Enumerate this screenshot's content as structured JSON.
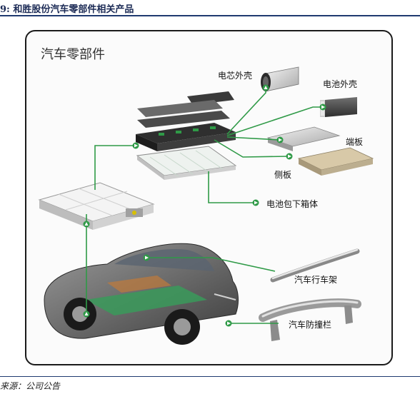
{
  "figure_title": "9: 和胜股份汽车零部件相关产品",
  "source": "来源：公司公告",
  "panel_title": "汽车零部件",
  "labels": {
    "cell_case": "电芯外壳",
    "battery_case": "电池外壳",
    "end_plate": "端板",
    "side_plate": "侧板",
    "lower_box": "电池包下箱体",
    "roof_rack": "汽车行车架",
    "bumper": "汽车防撞栏"
  },
  "colors": {
    "connector": "#2f9a47",
    "title": "#1b2a55",
    "rule": "#1f3a70",
    "frame": "#1a1a1a"
  },
  "icons": {
    "arrow": "triangle-arrow-icon",
    "node": "circle-arrow-node-icon"
  }
}
